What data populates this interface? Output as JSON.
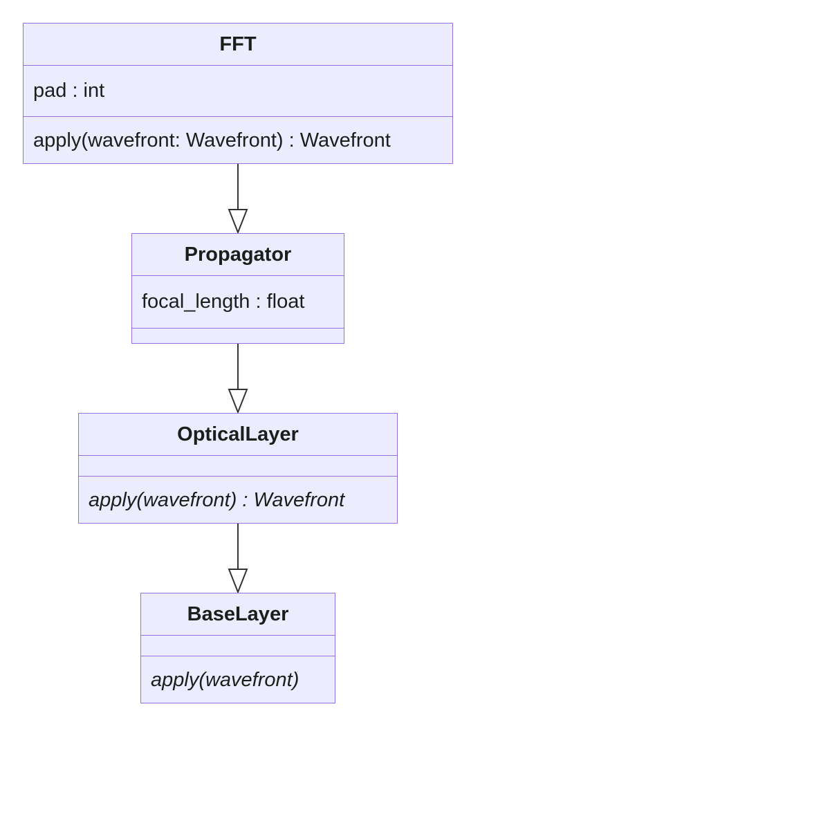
{
  "diagram": {
    "type": "uml-class-diagram",
    "background_color": "#ffffff",
    "colors": {
      "box_fill": "#ECECFF",
      "box_border": "#9370DB",
      "text": "#1c1e1c",
      "arrow": "#333333"
    },
    "classes": [
      {
        "name": "FFT",
        "attributes": [
          "pad : int"
        ],
        "methods": [
          "apply(wavefront: Wavefront) : Wavefront"
        ],
        "methods_italic": false
      },
      {
        "name": "Propagator",
        "attributes": [
          "focal_length : float"
        ],
        "methods": [],
        "methods_italic": false
      },
      {
        "name": "OpticalLayer",
        "attributes": [],
        "methods": [
          "apply(wavefront) : Wavefront"
        ],
        "methods_italic": true
      },
      {
        "name": "BaseLayer",
        "attributes": [],
        "methods": [
          "apply(wavefront)"
        ],
        "methods_italic": true
      }
    ],
    "relations": [
      {
        "from": "FFT",
        "to": "Propagator",
        "type": "inheritance"
      },
      {
        "from": "Propagator",
        "to": "OpticalLayer",
        "type": "inheritance"
      },
      {
        "from": "OpticalLayer",
        "to": "BaseLayer",
        "type": "inheritance"
      }
    ]
  }
}
